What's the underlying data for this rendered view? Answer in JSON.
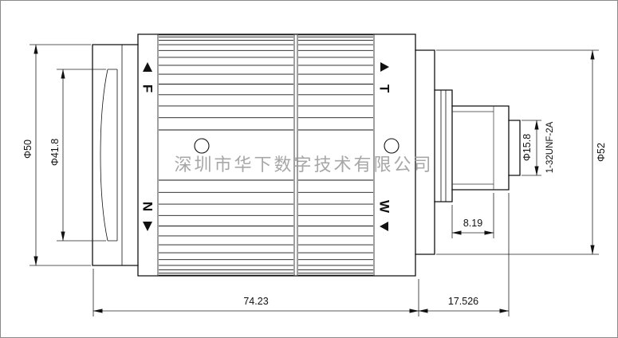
{
  "watermark": "深圳市华下数字技术有限公司",
  "dims": {
    "front_od": "Φ50",
    "lens_od": "Φ41.8",
    "rear_od": "Φ15.8",
    "thread": "1-32UNF-2A",
    "body_od": "Φ52",
    "thread_len": "8.19",
    "body_len": "74.23",
    "rear_len": "17.526"
  },
  "markers": {
    "far": "F",
    "near": "N",
    "tele": "T",
    "wide": "W"
  }
}
